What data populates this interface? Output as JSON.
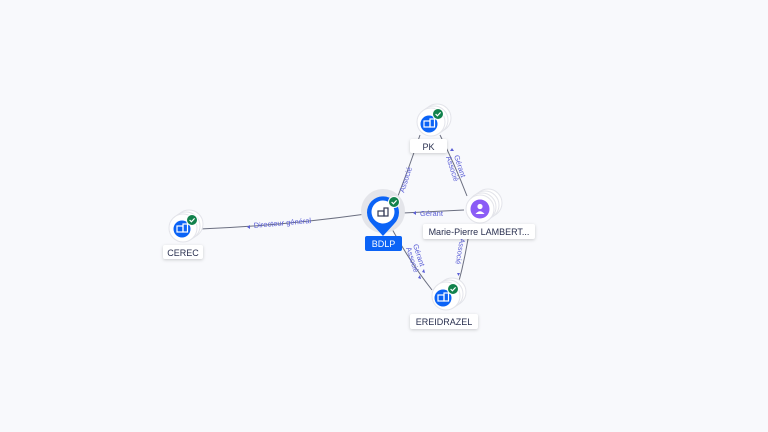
{
  "nodes": {
    "bdlp": {
      "label": "BDLP",
      "type": "company",
      "verified": true,
      "selected": true
    },
    "pk": {
      "label": "PK",
      "type": "company",
      "verified": true
    },
    "cerec": {
      "label": "CEREC",
      "type": "company",
      "verified": true
    },
    "marie": {
      "label": "Marie-Pierre LAMBERT...",
      "type": "person"
    },
    "ereidrazel": {
      "label": "EREIDRAZEL",
      "type": "company",
      "verified": true
    }
  },
  "edges": {
    "bdlp_cerec": {
      "label": "Directeur général"
    },
    "bdlp_pk": {
      "label": "Associé"
    },
    "marie_pk": {
      "label1": "Gérant",
      "label2": "Associé"
    },
    "marie_bdlp": {
      "label": "Gérant"
    },
    "bdlp_ereidrazel": {
      "label1": "Gérant",
      "label2": "Associé"
    },
    "marie_ereidrazel": {
      "label": "Associé"
    }
  },
  "colors": {
    "primary": "#0b63f6",
    "verified": "#12824c",
    "person": "#8b5cf6",
    "edge_label": "#5b5fd6"
  }
}
